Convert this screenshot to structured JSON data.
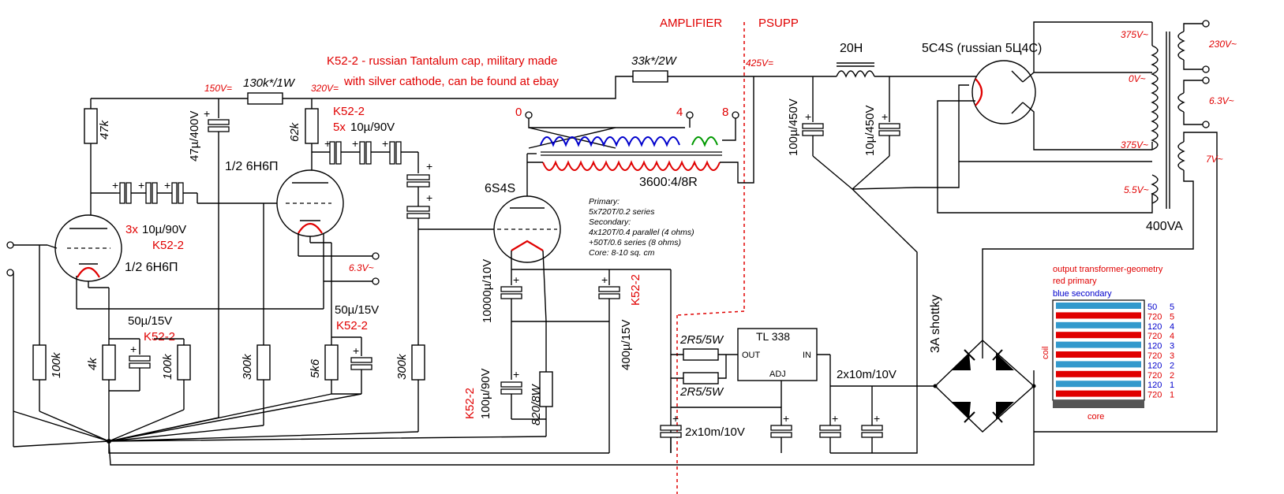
{
  "sections": {
    "amplifier": "AMPLIFIER",
    "psupp": "PSUPP"
  },
  "note_cap": [
    "K52-2 - russian Tantalum cap, military made",
    "with silver cathode, can be found at ebay"
  ],
  "voltages": {
    "v150": "150V=",
    "v320": "320V=",
    "v425": "425V=",
    "v375a": "375V~",
    "v230": "230V~",
    "v0": "0V~",
    "v63": "6.3V~",
    "v375b": "375V~",
    "v7": "7V~",
    "v55": "5.5V~",
    "heater": "6.3V~"
  },
  "resistors": {
    "r130k": "130k*/1W",
    "r33k": "33k*/2W",
    "r47k": "47k",
    "r62k": "62k",
    "r100k_a": "100k",
    "r4k": "4k",
    "r100k_b": "100k",
    "r300k_a": "300k",
    "r5k6": "5k6",
    "r300k_b": "300k",
    "r820": "820/8W",
    "r2r5a": "2R5/5W",
    "r2r5b": "2R5/5W"
  },
  "caps": {
    "c47u": "47µ/400V",
    "c3x_pre": "3x",
    "c3x": "10µ/90V",
    "c3x_type": "K52-2",
    "c5x_type": "K52-2",
    "c5x_pre": "5x",
    "c5x": "10µ/90V",
    "c50a": "50µ/15V",
    "c50a_type": "K52-2",
    "c50b": "50µ/15V",
    "c50b_type": "K52-2",
    "c10000": "10000µ/10V",
    "c100u": "100µ/90V",
    "c100u_type": "K52-2",
    "c400": "400µ/15V",
    "c400_type": "K52-2",
    "c100_450": "100µ/450V",
    "c10_450": "10µ/450V",
    "c2x10a": "2x10m/10V",
    "c2x10b": "2x10m/10V"
  },
  "tubes": {
    "t1": "1/2 6Н6П",
    "t2": "1/2 6Н6П",
    "t3": "6S4S",
    "rect": "5C4S (russian 5Ц4С)"
  },
  "transformer": {
    "taps": [
      "0",
      "4",
      "8"
    ],
    "ratio": "3600:4/8R",
    "notes": [
      "Primary:",
      "5x720T/0.2 series",
      "Secondary:",
      "4x120T/0.4 parallel (4 ohms)",
      "+50T/0.6 series (8 ohms)",
      "Core: 8-10 sq. cm"
    ]
  },
  "choke": "20H",
  "power_tx": "400VA",
  "regulator": {
    "name": "TL 338",
    "out": "OUT",
    "in": "IN",
    "adj": "ADJ"
  },
  "bridge": "3A shottky",
  "legend": {
    "title": "output transformer-geometry",
    "red": "red primary",
    "blue": "blue secondary",
    "coil": "coil",
    "core": "core",
    "layers": [
      {
        "turns": "50",
        "num": "5",
        "color": "blue"
      },
      {
        "turns": "720",
        "num": "5",
        "color": "red"
      },
      {
        "turns": "120",
        "num": "4",
        "color": "blue"
      },
      {
        "turns": "720",
        "num": "4",
        "color": "red"
      },
      {
        "turns": "120",
        "num": "3",
        "color": "blue"
      },
      {
        "turns": "720",
        "num": "3",
        "color": "red"
      },
      {
        "turns": "120",
        "num": "2",
        "color": "blue"
      },
      {
        "turns": "720",
        "num": "2",
        "color": "red"
      },
      {
        "turns": "120",
        "num": "1",
        "color": "blue"
      },
      {
        "turns": "720",
        "num": "1",
        "color": "red"
      }
    ]
  },
  "colors": {
    "red": "#e00000",
    "blue": "#0000cc",
    "teal": "#3399cc",
    "green": "#009900"
  }
}
